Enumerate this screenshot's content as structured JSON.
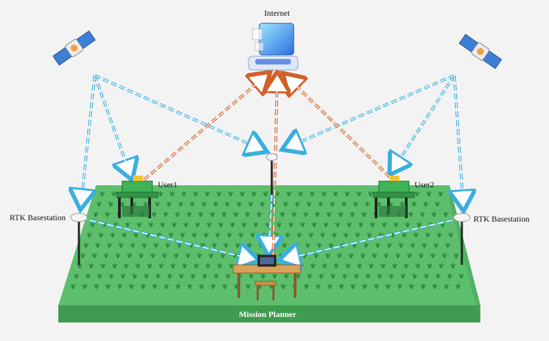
{
  "labels": {
    "internet": "Internet",
    "user1": "User1",
    "user2": "User2",
    "rtk_left": "RTK Basestation",
    "rtk_right": "RTK Basestation",
    "mission_planner": "Mission Planner"
  },
  "colors": {
    "field_top": "#5dbf6e",
    "field_front": "#3e9b50",
    "gps_link": "#3aaee0",
    "internet_link": "#d2602a",
    "crop": "#2f8a3a",
    "background": "#f3f3f3"
  },
  "icons": [
    "satellite-icon",
    "satellite-icon",
    "internet-computer-icon",
    "robot-tractor-icon",
    "robot-tractor-icon",
    "rtk-antenna-icon",
    "rtk-antenna-icon",
    "rtk-antenna-icon",
    "laptop-desk-icon"
  ]
}
